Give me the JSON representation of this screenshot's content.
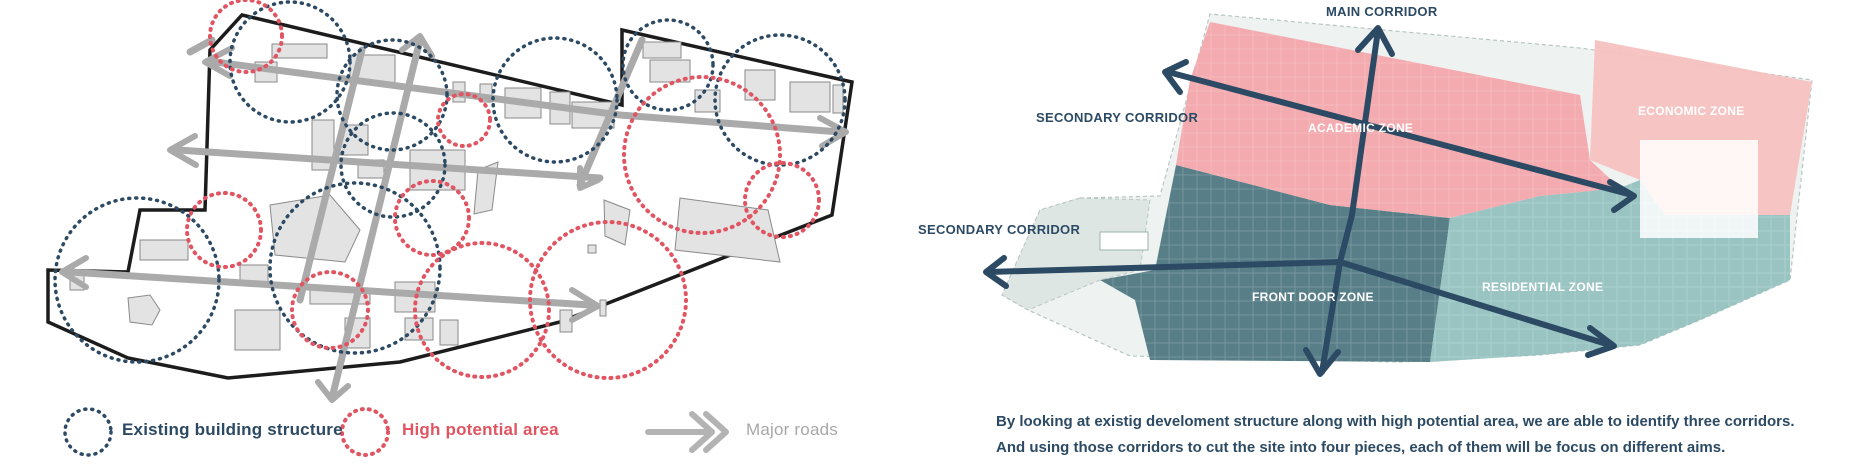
{
  "legend": {
    "existing_label": "Existing building structure",
    "potential_label": "High potential area",
    "roads_label": "Major roads"
  },
  "zoning": {
    "corridors": {
      "main": "MAIN CORRIDOR",
      "secondary_upper": "SECONDARY CORRIDOR",
      "secondary_lower": "SECONDARY CORRIDOR"
    },
    "zones": {
      "academic": "ACADEMIC ZONE",
      "economic": "ECONOMIC ZONE",
      "front_door": "FRONT DOOR ZONE",
      "residential": "RESIDENTIAL ZONE"
    },
    "caption_line1": "By looking at existig develoment structure along with high potential area, we are able to identify three corridors.",
    "caption_line2": "And using those corridors to cut the site into four pieces, each of them will be focus on different aims."
  },
  "colors": {
    "existing_circle": "#2c4a63",
    "potential_circle": "#e05561",
    "roads": "#a8a8a8",
    "academic_zone": "#f3a6ab",
    "economic_zone": "#f6c2c0",
    "front_door_zone": "#4f7882",
    "residential_zone": "#8fbfbd",
    "corridor_arrow": "#2c4a63"
  }
}
